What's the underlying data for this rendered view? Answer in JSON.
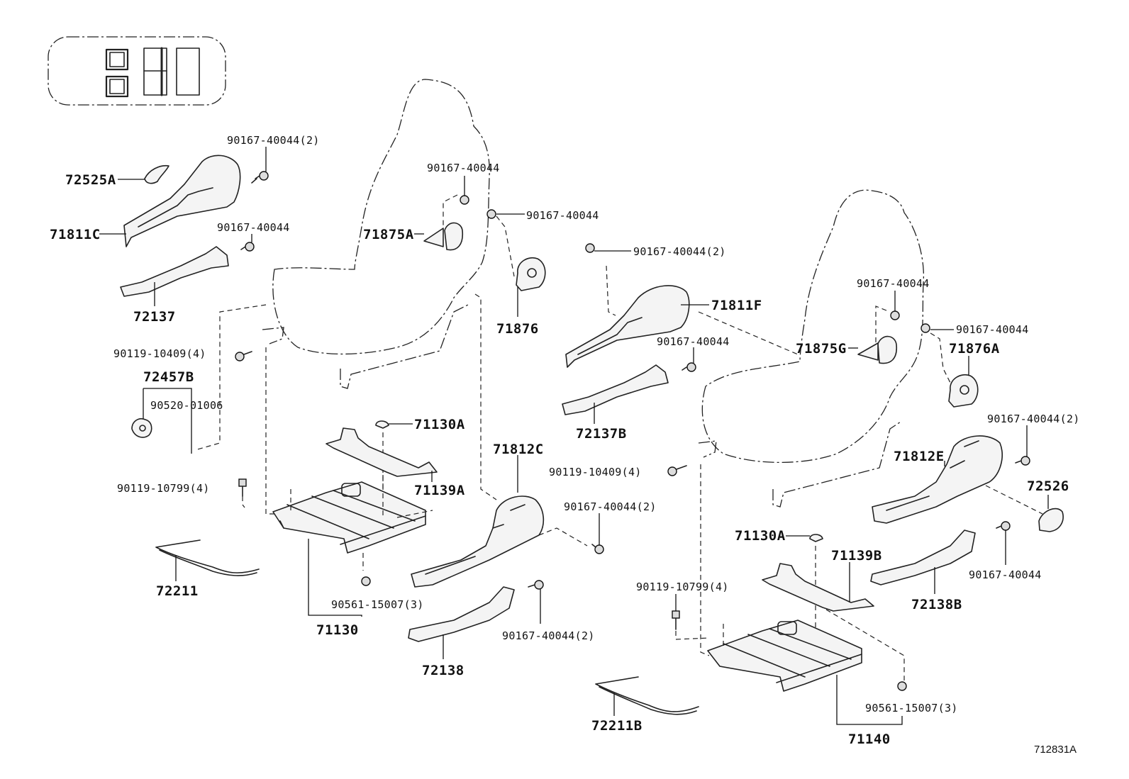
{
  "diagram_id": "712831A",
  "labels": {
    "p72525A": "72525A",
    "p71811C": "71811C",
    "p72137": "72137",
    "p72457B": "72457B",
    "p90520_01006": "90520-01006",
    "p72211": "72211",
    "p71130": "71130",
    "p90561_15007_L": "90561-15007(3)",
    "p71130A_L": "71130A",
    "p71139A": "71139A",
    "p71812C": "71812C",
    "p72138": "72138",
    "p71875A": "71875A",
    "p71876": "71876",
    "p90167_40044_2_a": "90167-40044(2)",
    "p90167_40044_a": "90167-40044",
    "p90167_40044_b": "90167-40044",
    "p90167_40044_c": "90167-40044",
    "p90119_10409_L": "90119-10409(4)",
    "p90119_10799_L": "90119-10799(4)",
    "p90167_40044_2_b": "90167-40044(2)",
    "p90167_40044_2_c": "90167-40044(2)",
    "p90167_40044_2_d": "90167-40044(2)",
    "p71811F": "71811F",
    "p90167_40044_d": "90167-40044",
    "p72137B": "72137B",
    "p90119_10409_R": "90119-10409(4)",
    "p90167_40044_e": "90167-40044",
    "p90167_40044_f": "90167-40044",
    "p71875G": "71875G",
    "p71876A": "71876A",
    "p90167_40044_2_e": "90167-40044(2)",
    "p71812E": "71812E",
    "p72526": "72526",
    "p90167_40044_g": "90167-40044",
    "p72138B": "72138B",
    "p71130A_R": "71130A",
    "p71139B": "71139B",
    "p90119_10799_R": "90119-10799(4)",
    "p72211B": "72211B",
    "p90561_15007_R": "90561-15007(3)",
    "p71140": "71140"
  }
}
